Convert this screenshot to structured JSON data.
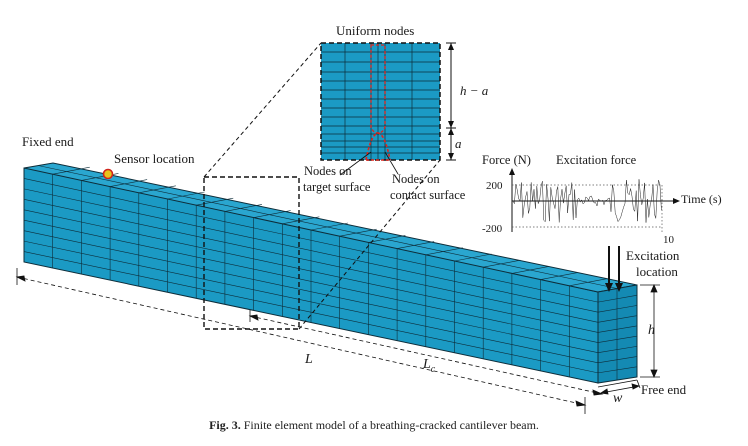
{
  "labels": {
    "fixed_end": "Fixed end",
    "sensor_location": "Sensor location",
    "uniform_nodes": "Uniform nodes",
    "h_minus_a": "h − a",
    "a": "a",
    "nodes_target_1": "Nodes on",
    "nodes_target_2": "target surface",
    "nodes_contact_1": "Nodes on",
    "nodes_contact_2": "contact surface",
    "excitation_loc_1": "Excitation",
    "excitation_loc_2": "location",
    "h": "h",
    "L": "L",
    "Lc": "L",
    "Lc_sub": "c",
    "w": "w",
    "free_end": "Free end"
  },
  "inset_chart": {
    "title": "Excitation force",
    "ylabel": "Force (N)",
    "xlabel": "Time (s)",
    "y_ticks": [
      "200",
      "-200"
    ],
    "x_tick": "10"
  },
  "caption": {
    "prefix": "Fig. 3.",
    "text": "Finite element model of a breathing-cracked cantilever beam."
  },
  "colors": {
    "beam_face": "#1b9ac4",
    "beam_top": "#2aa6cf",
    "beam_end": "#148ab3",
    "mesh_line": "#0d2d3a",
    "crack_outline": "#e0241b",
    "sensor_dot": "#e8c21a"
  }
}
